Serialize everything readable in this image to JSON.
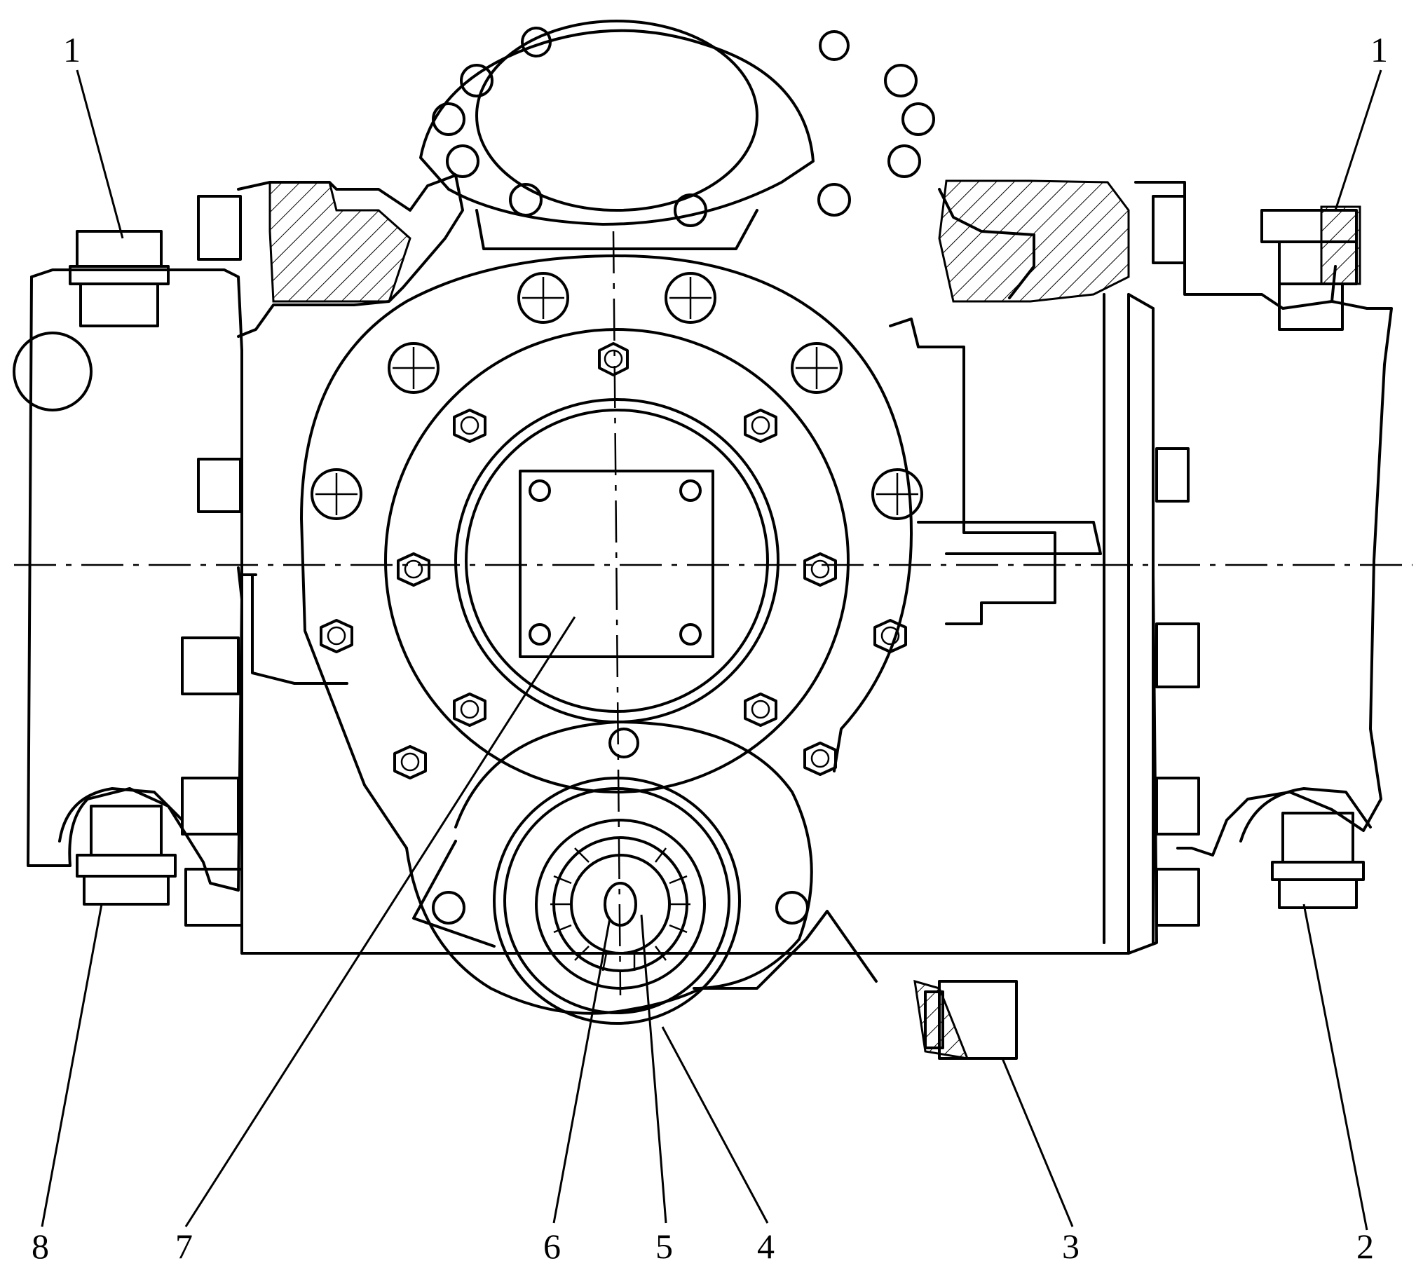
{
  "callouts": [
    {
      "label": "1"
    },
    {
      "label": "1"
    },
    {
      "label": "2"
    },
    {
      "label": "3"
    },
    {
      "label": "4"
    },
    {
      "label": "5"
    },
    {
      "label": "6"
    },
    {
      "label": "7"
    },
    {
      "label": "8"
    }
  ],
  "colors": {
    "ink": "#000000",
    "paper": "#ffffff"
  }
}
